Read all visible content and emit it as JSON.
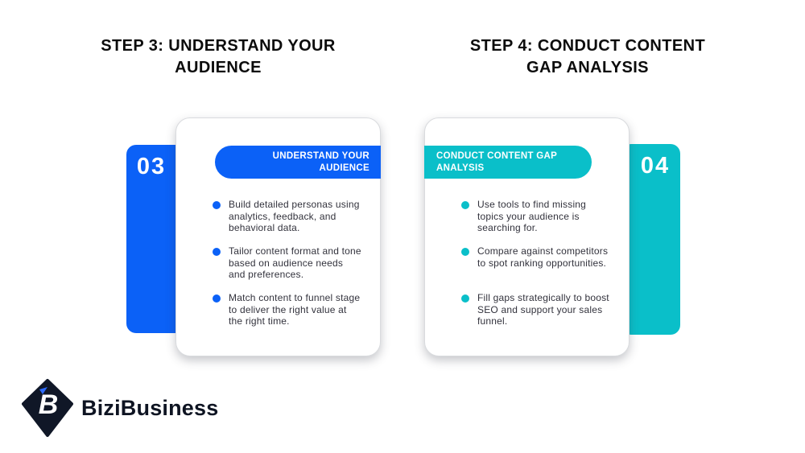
{
  "page": {
    "background_color": "#ffffff"
  },
  "colors": {
    "step3_accent": "#0B61F7",
    "step4_accent": "#0ABFC9",
    "title_text": "#0C0C0C",
    "body_text": "#32323C",
    "logo_navy": "#101727",
    "logo_accent_blue": "#2E6BFF"
  },
  "steps": [
    {
      "title": "STEP 3: UNDERSTAND YOUR AUDIENCE",
      "number": "03",
      "card_header": "UNDERSTAND YOUR AUDIENCE",
      "accent_color": "#0B61F7",
      "bullets": [
        "Build detailed personas using analytics, feedback, and behavioral data.",
        "Tailor content format and tone based on audience needs and preferences.",
        "Match content to funnel stage to deliver the right value at the right time."
      ]
    },
    {
      "title": "STEP 4: CONDUCT CONTENT GAP ANALYSIS",
      "number": "04",
      "card_header": "CONDUCT CONTENT GAP ANALYSIS",
      "accent_color": "#0ABFC9",
      "bullets": [
        "Use tools to find missing topics your audience is searching for.",
        "Compare against competitors to spot ranking opportunities.",
        "Fill gaps strategically to boost SEO and support your sales funnel."
      ]
    }
  ],
  "brand": {
    "name": "BiziBusiness",
    "logo_letter": "B"
  }
}
